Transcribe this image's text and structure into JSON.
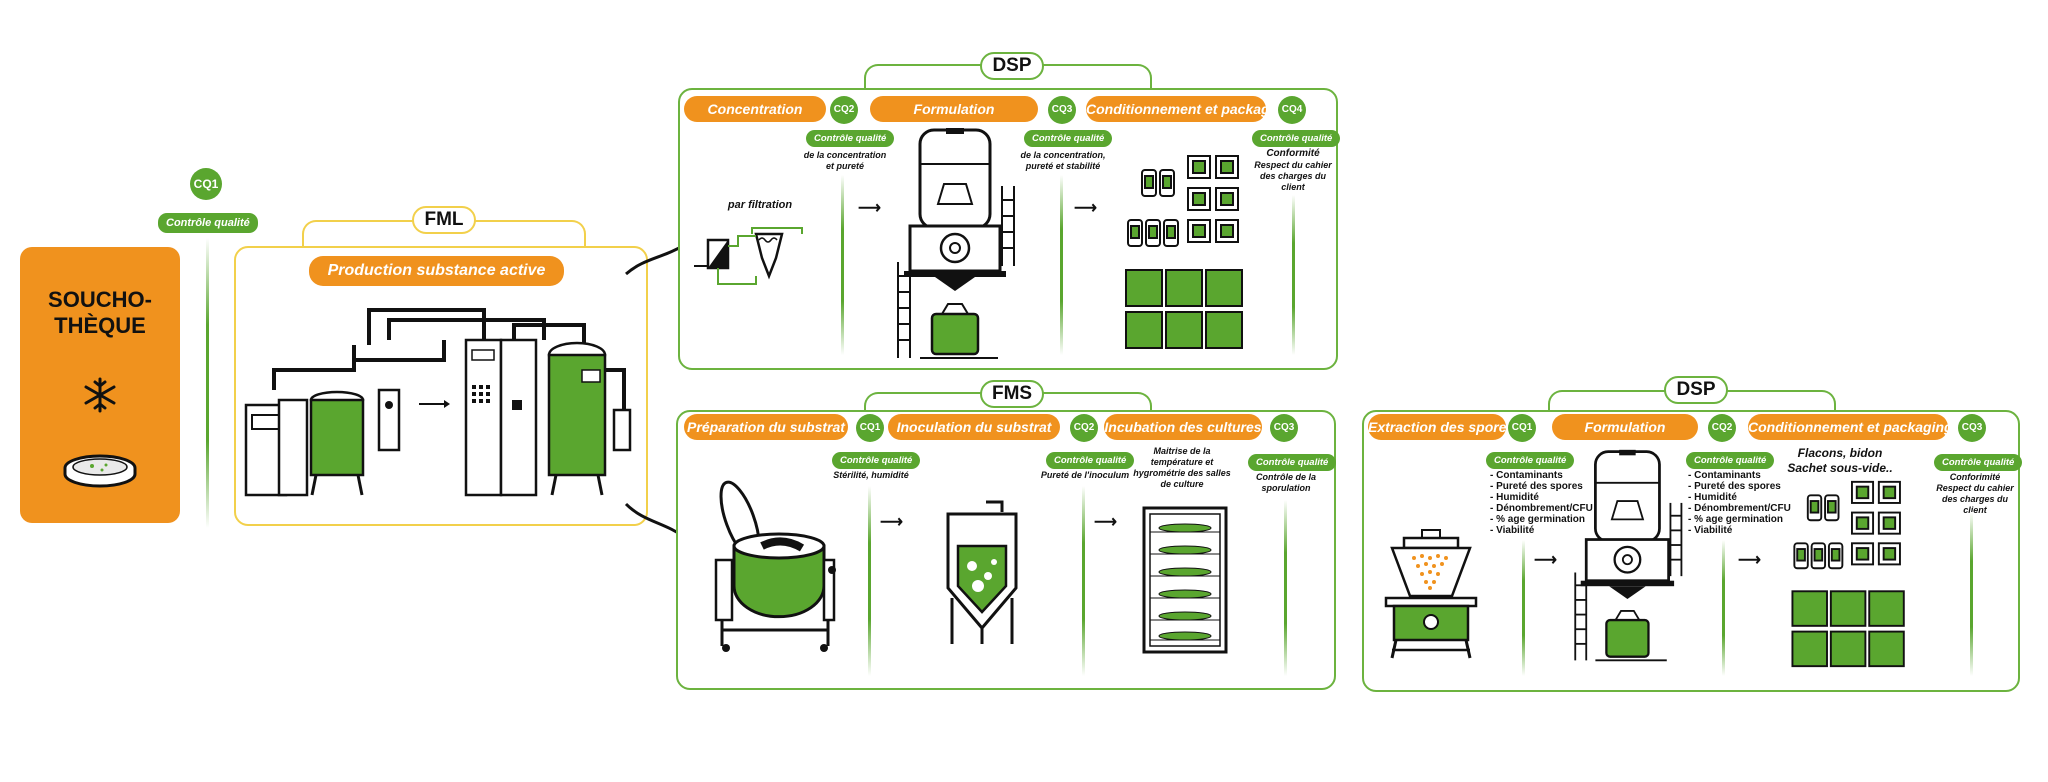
{
  "souchotheque": {
    "title_line1": "SOUCHO-",
    "title_line2": "THÈQUE"
  },
  "left_qc": {
    "badge": "CQ1",
    "label": "Contrôle qualité"
  },
  "fml": {
    "label": "FML",
    "step": "Production substance active"
  },
  "dsp_top": {
    "label": "DSP",
    "steps": [
      {
        "name": "Concentration",
        "cq": "CQ2",
        "qc_label": "Contrôle qualité",
        "note": "de la concentration et pureté"
      },
      {
        "name": "Formulation",
        "cq": "CQ3",
        "qc_label": "Contrôle qualité",
        "note": "de la concentration, pureté et stabilité"
      },
      {
        "name": "Conditionnement et packaging",
        "cq": "CQ4",
        "qc_label": "Contrôle qualité",
        "note_title": "Conformité",
        "note": "Respect du cahier des charges du client"
      }
    ],
    "filtration": "par filtration"
  },
  "fms": {
    "label": "FMS",
    "steps": [
      {
        "name": "Préparation du substrat",
        "cq": "CQ1",
        "qc_label": "Contrôle qualité",
        "note": "Stérilité, humidité"
      },
      {
        "name": "Inoculation du substrat",
        "cq": "CQ2",
        "qc_label": "Contrôle qualité",
        "note": "Pureté de l'inoculum"
      },
      {
        "name": "Incubation des cultures",
        "cq": "CQ3",
        "qc_label": "Contrôle qualité",
        "note": "Contrôle de la sporulation"
      }
    ],
    "incubation_note": "Maitrise de la température et hygrométrie des salles de culture"
  },
  "dsp_right": {
    "label": "DSP",
    "steps": [
      {
        "name": "Extraction des spores",
        "cq": "CQ1",
        "qc_label": "Contrôle qualité",
        "items": [
          "Contaminants",
          "Pureté des spores",
          "Humidité",
          "Dénombrement/CFU",
          "% age germination",
          "Viabilité"
        ]
      },
      {
        "name": "Formulation",
        "cq": "CQ2",
        "qc_label": "Contrôle qualité",
        "items": [
          "Contaminants",
          "Pureté des spores",
          "Humidité",
          "Dénombrement/CFU",
          "% age germination",
          "Viabilité"
        ]
      },
      {
        "name": "Conditionnement et packaging",
        "cq": "CQ3",
        "qc_label": "Contrôle qualité",
        "note_title": "Conforimité",
        "note": "Respect du cahier des charges du client"
      }
    ],
    "packaging_line1": "Flacons, bidon",
    "packaging_line2": "Sachet sous-vide.."
  },
  "colors": {
    "orange": "#f0921e",
    "green": "#5aa62f",
    "yellow": "#f2d04b"
  },
  "icons": [
    "snowflake-icon",
    "petri-dish-icon"
  ]
}
